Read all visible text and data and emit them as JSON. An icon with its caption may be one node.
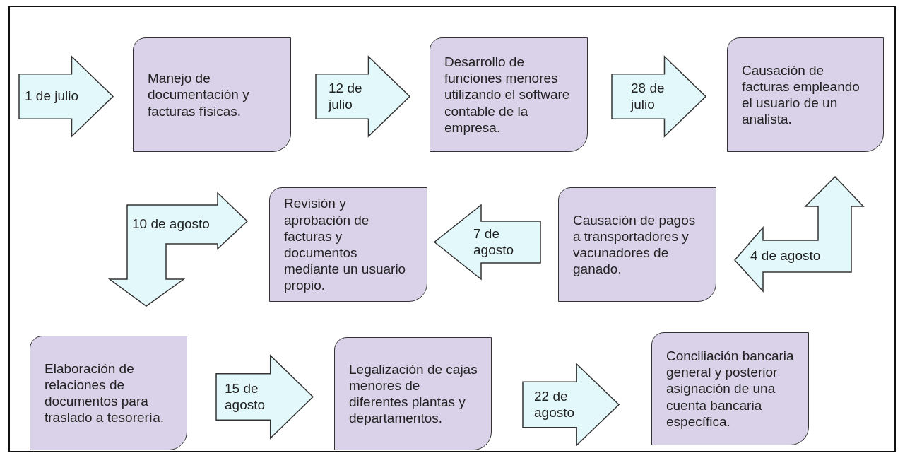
{
  "diagram": {
    "nodes": [
      {
        "text": [
          "1 de julio"
        ]
      },
      {
        "text": [
          "Manejo de documentación y facturas físicas."
        ]
      },
      {
        "text": [
          "12 de julio"
        ]
      },
      {
        "text": [
          "Desarrollo de funciones menores utilizando el software contable de la empresa."
        ]
      },
      {
        "text": [
          "28 de julio"
        ]
      },
      {
        "text": [
          "Causación de facturas empleando el usuario de un analista."
        ]
      },
      {
        "text": [
          "10 de agosto"
        ]
      },
      {
        "text": [
          "Revisión y aprobación de facturas y documentos mediante un usuario propio."
        ]
      },
      {
        "text": [
          "7 de agosto"
        ]
      },
      {
        "text": [
          "Causación de pagos a transportadores y vacunadores de ganado."
        ]
      },
      {
        "text": [
          "4 de agosto"
        ]
      },
      {
        "text": [
          "Elaboración de relaciones de documentos para traslado a tesorería."
        ]
      },
      {
        "text": [
          "15 de agosto"
        ]
      },
      {
        "text": [
          "Legalización de cajas menores de diferentes plantas y departamentos."
        ]
      },
      {
        "text": [
          "22 de agosto"
        ]
      },
      {
        "text": [
          "Conciliación bancaria general y posterior asignación de una cuenta bancaria específica."
        ]
      }
    ]
  }
}
